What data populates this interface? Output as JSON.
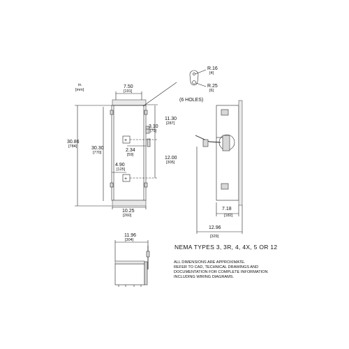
{
  "units": {
    "in": "in.",
    "mm": "[mm]"
  },
  "hole_detail": {
    "r1": "R.16",
    "r1_mm": "[4]",
    "r2": "R.25",
    "r2_mm": "[6]",
    "holes": "(6 HOLES)"
  },
  "front": {
    "top_width": "7.50",
    "top_width_mm": "[191]",
    "height_outer": "30.86",
    "height_outer_mm": "[784]",
    "height_inner": "30.30",
    "height_inner_mm": "[770]",
    "upper_offset": "11.30",
    "upper_offset_mm": "[287]",
    "hub_offset": "3.10",
    "hub_offset_mm": "[79]",
    "hub_width": "2.34",
    "hub_width_mm": "[59]",
    "lower_offset": "12.00",
    "lower_offset_mm": "[305]",
    "side_offset": "4.90",
    "side_offset_mm": "[125]",
    "bottom_width": "10.25",
    "bottom_width_mm": "[260]"
  },
  "side": {
    "depth": "7.18",
    "depth_mm": "[182]",
    "overall_depth": "12.96",
    "overall_depth_mm": "[329]"
  },
  "bottom": {
    "width": "11.96",
    "width_mm": "[304]"
  },
  "nema": "NEMA TYPES 3, 3R, 4, 4X, 5 OR 12",
  "notes": [
    "ALL DIMENSIONS ARE APPROXIMATE.",
    "REFER TO CAD, TECHNICAL DRAWINGS AND",
    "DOCUMENTATION FOR COMPLETE INFORMATION",
    "INCLUDING WIRING DIAGRAMS."
  ]
}
